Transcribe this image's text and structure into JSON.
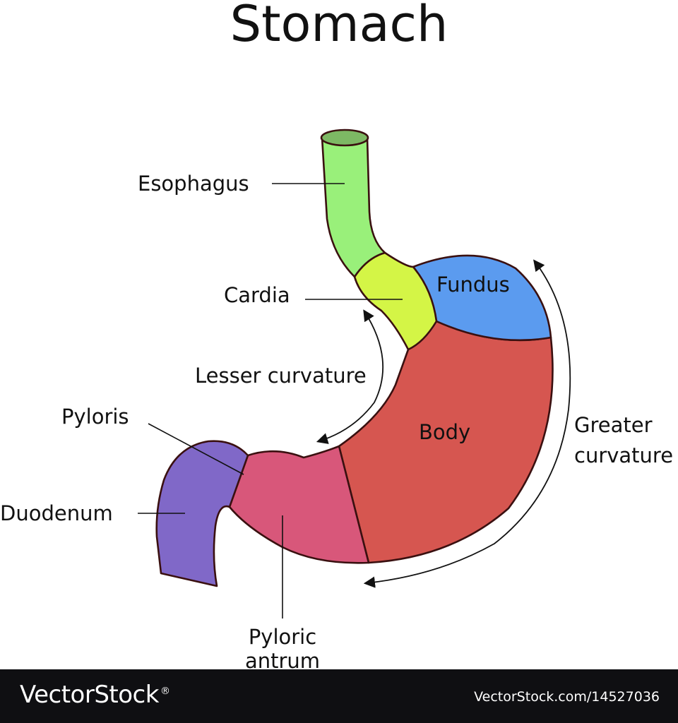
{
  "title": "Stomach",
  "labels": {
    "esophagus": "Esophagus",
    "cardia": "Cardia",
    "fundus": "Fundus",
    "lesser_curvature": "Lesser curvature",
    "pyloris": "Pyloris",
    "body": "Body",
    "greater_curvature": [
      "Greater",
      "curvature"
    ],
    "duodenum": "Duodenum",
    "pyloric_antrum": [
      "Pyloric",
      "antrum"
    ]
  },
  "colors": {
    "esophagus": "#99f07a",
    "esophagus_opening": "#7db864",
    "cardia": "#d4f546",
    "fundus": "#5b9bef",
    "body": "#d65650",
    "pyloric_antrum": "#d8577a",
    "duodenum": "#8068c8",
    "outline": "#3a1010",
    "footer": "#0f0f12"
  },
  "footer": {
    "brand": "VectorStock",
    "brand_mark": "®",
    "image_ref": "VectorStock.com/14527036"
  }
}
